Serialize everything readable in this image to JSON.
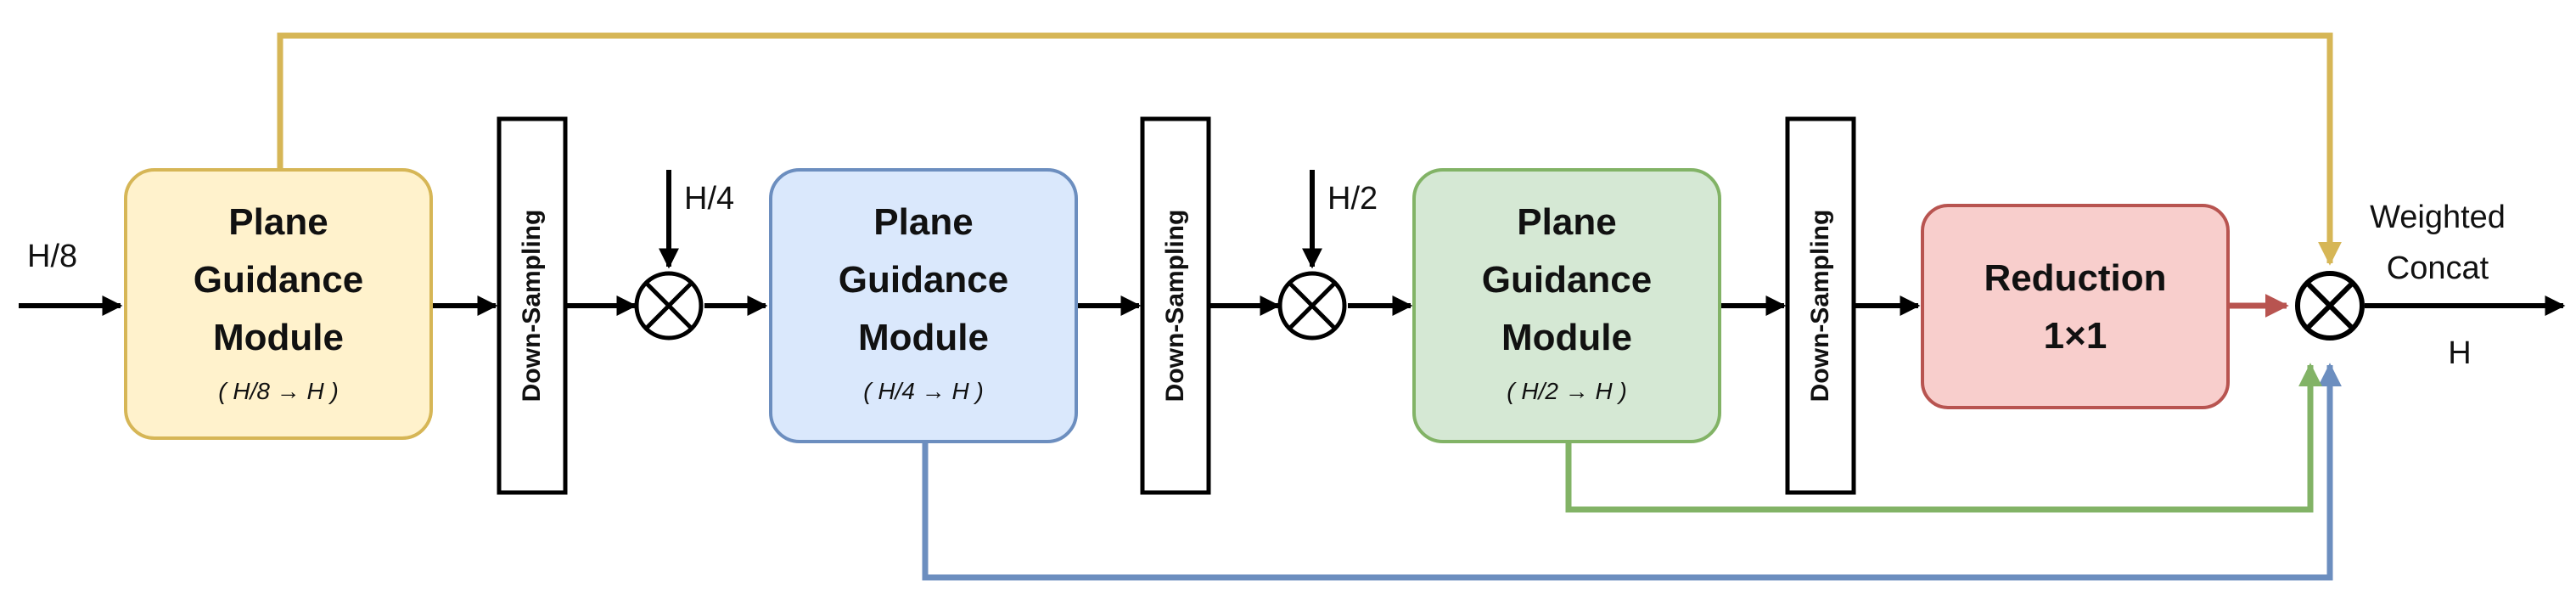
{
  "colors": {
    "yellow_fill": "#FFF2CC",
    "yellow_stroke": "#D6B656",
    "blue_fill": "#DAE8FC",
    "blue_stroke": "#6C8EBF",
    "green_fill": "#D5E8D4",
    "green_stroke": "#82B366",
    "red_fill": "#F8CECC",
    "red_stroke": "#B85450",
    "black": "#000000"
  },
  "inputs": {
    "main": "H/8",
    "second": "H/4",
    "third": "H/2"
  },
  "modules": [
    {
      "line1": "Plane",
      "line2": "Guidance",
      "line3": "Module",
      "scale": "( H/8 → H )"
    },
    {
      "line1": "Plane",
      "line2": "Guidance",
      "line3": "Module",
      "scale": "( H/4 → H )"
    },
    {
      "line1": "Plane",
      "line2": "Guidance",
      "line3": "Module",
      "scale": "( H/2 → H )"
    }
  ],
  "downsampling_label": "Down-Sampling",
  "reduction": {
    "line1": "Reduction",
    "line2": "1×1"
  },
  "output": {
    "label_line1": "Weighted",
    "label_line2": "Concat",
    "result": "H"
  }
}
